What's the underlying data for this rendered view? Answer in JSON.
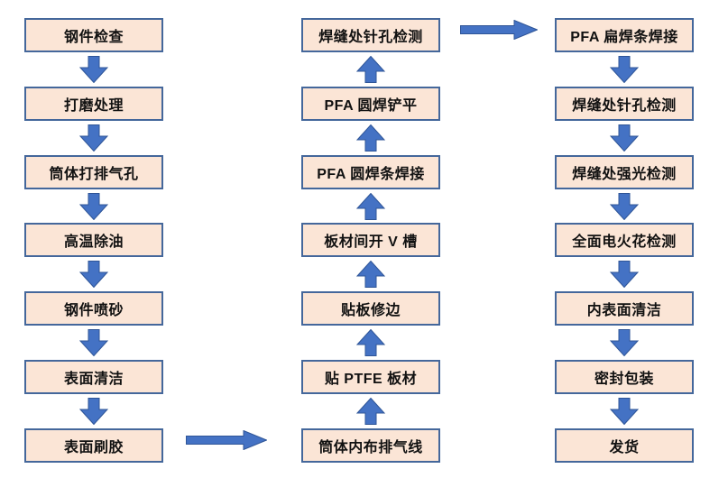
{
  "flowchart": {
    "columns": [
      {
        "name": "steel-preparation",
        "flow_direction": "top-to-bottom",
        "steps": [
          "钢件检查",
          "打磨处理",
          "筒体打排气孔",
          "高温除油",
          "钢件喷砂",
          "表面清洁",
          "表面刷胶"
        ]
      },
      {
        "name": "lining-and-welding",
        "flow_direction": "bottom-to-top",
        "steps": [
          "焊缝处针孔检测",
          "PFA 圆焊铲平",
          "PFA 圆焊条焊接",
          "板材间开 V 槽",
          "贴板修边",
          "贴 PTFE 板材",
          "筒体内布排气线"
        ]
      },
      {
        "name": "inspection-and-shipping",
        "flow_direction": "top-to-bottom",
        "steps": [
          "PFA 扁焊条焊接",
          "焊缝处针孔检测",
          "焊缝处强光检测",
          "全面电火花检测",
          "内表面清洁",
          "密封包装",
          "发货"
        ]
      }
    ],
    "connectors": [
      {
        "type": "right-arrow",
        "from": "表面刷胶",
        "to": "筒体内布排气线"
      },
      {
        "type": "right-arrow",
        "from": "焊缝处针孔检测",
        "to": "PFA 扁焊条焊接"
      }
    ],
    "colors": {
      "box_fill": "#fbe5d6",
      "box_border": "#44679b",
      "arrow_fill": "#4472c4",
      "arrow_stroke": "#2f5597",
      "text": "#111111",
      "background": "#ffffff"
    }
  }
}
